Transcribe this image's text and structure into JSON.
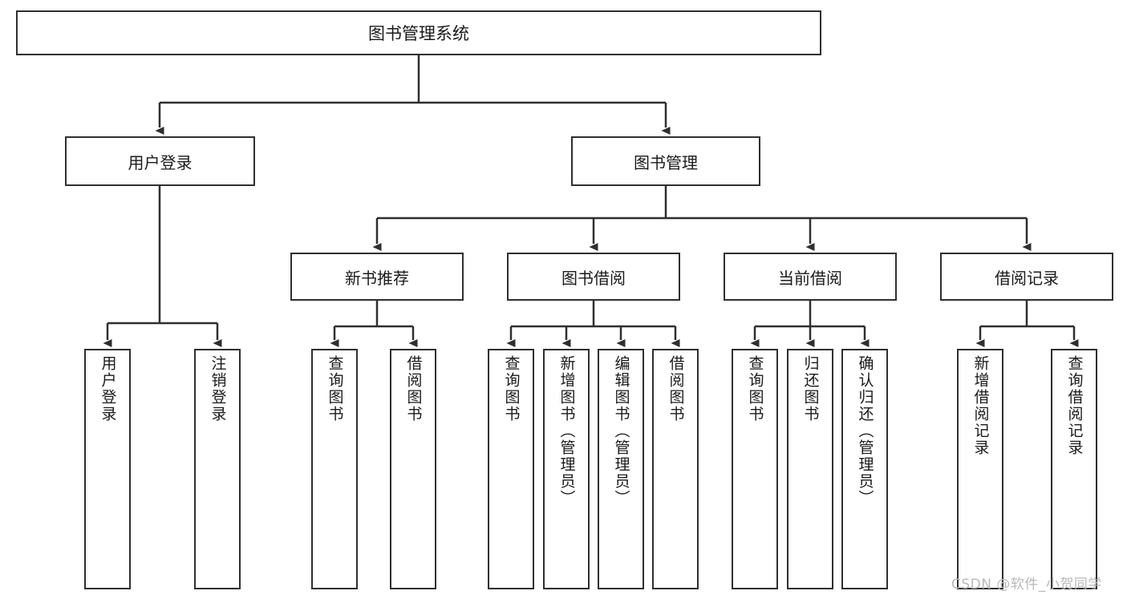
{
  "diagram": {
    "type": "tree",
    "title": "图书管理系统",
    "orientation": "top-down",
    "edge_style": "orthogonal-elbow-with-arrowhead",
    "colors": {
      "box_border": "#2f2f2f",
      "box_fill": "#ffffff",
      "line": "#2f2f2f",
      "text": "#1a1a1a",
      "watermark": "#b9b9b9"
    },
    "root": {
      "label": "图书管理系统"
    },
    "level2": [
      {
        "label": "用户登录"
      },
      {
        "label": "图书管理"
      }
    ],
    "level3": [
      {
        "label": "新书推荐"
      },
      {
        "label": "图书借阅"
      },
      {
        "label": "当前借阅"
      },
      {
        "label": "借阅记录"
      }
    ],
    "leaves": {
      "user_login": [
        {
          "label": "用户登录"
        },
        {
          "label": "注销登录"
        }
      ],
      "new_book_recommend": [
        {
          "label": "查询图书"
        },
        {
          "label": "借阅图书"
        }
      ],
      "book_borrow": [
        {
          "label": "查询图书"
        },
        {
          "label": "新增图书（管理员）"
        },
        {
          "label": "编辑图书（管理员）"
        },
        {
          "label": "借阅图书"
        }
      ],
      "current_borrow": [
        {
          "label": "查询图书"
        },
        {
          "label": "归还图书"
        },
        {
          "label": "确认归还（管理员）"
        }
      ],
      "borrow_record": [
        {
          "label": "新增借阅记录"
        },
        {
          "label": "查询借阅记录"
        }
      ]
    }
  },
  "watermark": {
    "text": "CSDN @软件_小贺同学"
  }
}
